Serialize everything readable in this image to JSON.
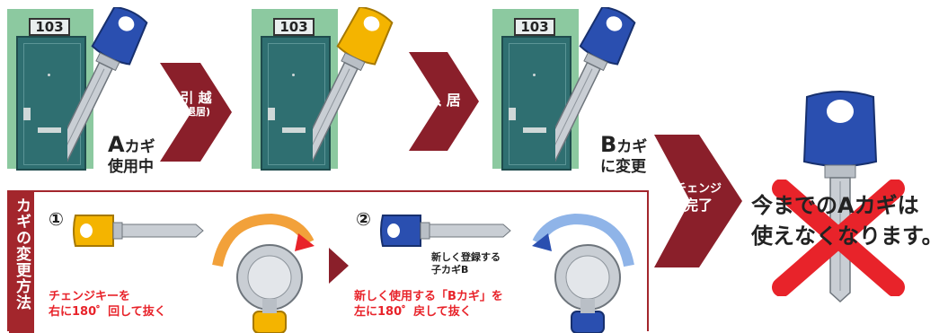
{
  "colors": {
    "panel_green": "#8cc9a0",
    "door": "#2f6f71",
    "arrow": "#8a1f2a",
    "key_blue": "#2a4fb0",
    "key_yellow": "#f4b400",
    "red": "#e8232a",
    "border_red": "#a3262c"
  },
  "steps": {
    "door_number": "103",
    "step1_label_a": "A",
    "step1_label_rest": "カギ",
    "step1_label_line2": "使用中",
    "arrow1_line1": "引 越",
    "arrow1_line2": "(退居)",
    "arrow2_label": "入 居",
    "step3_label_b": "B",
    "step3_label_rest": "カギ",
    "step3_label_line2": "に変更",
    "arrow3_line1": "チェンジ",
    "arrow3_line2": "完了",
    "result_line1": "今までのAカギは",
    "result_line2": "使えなくなります。"
  },
  "method": {
    "title": "カギの変更方法",
    "step1_num": "①",
    "step1_text_line1": "チェンジキーを",
    "step1_text_line2": "右に180゜回して抜く",
    "step2_num": "②",
    "step2_key_label_line1": "新しく登録する",
    "step2_key_label_line2": "子カギB",
    "step2_text_line1": "新しく使用する「Bカギ」を",
    "step2_text_line2": "左に180゜戻して抜く"
  },
  "icons": [
    "door-icon",
    "blue-key-icon",
    "yellow-key-icon",
    "cylinder-lock-icon",
    "rotate-arrow-icon",
    "cross-icon"
  ]
}
